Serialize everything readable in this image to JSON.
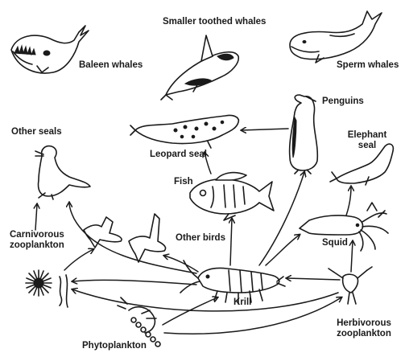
{
  "labels": {
    "baleen_whales": "Baleen whales",
    "smaller_toothed_whales": "Smaller toothed whales",
    "sperm_whales": "Sperm whales",
    "penguins": "Penguins",
    "other_seals": "Other seals",
    "leopard_seal": "Leopard seal",
    "elephant_seal_line1": "Elephant",
    "elephant_seal_line2": "seal",
    "fish": "Fish",
    "carnivorous_zooplankton_line1": "Carnivorous",
    "carnivorous_zooplankton_line2": "zooplankton",
    "other_birds": "Other birds",
    "squid": "Squid",
    "krill": "Krill",
    "herbivorous_zooplankton_line1": "Herbivorous",
    "herbivorous_zooplankton_line2": "zooplankton",
    "phytoplankton": "Phytoplankton"
  },
  "colors": {
    "ink": "#1a1a1a",
    "background": "#ffffff"
  }
}
